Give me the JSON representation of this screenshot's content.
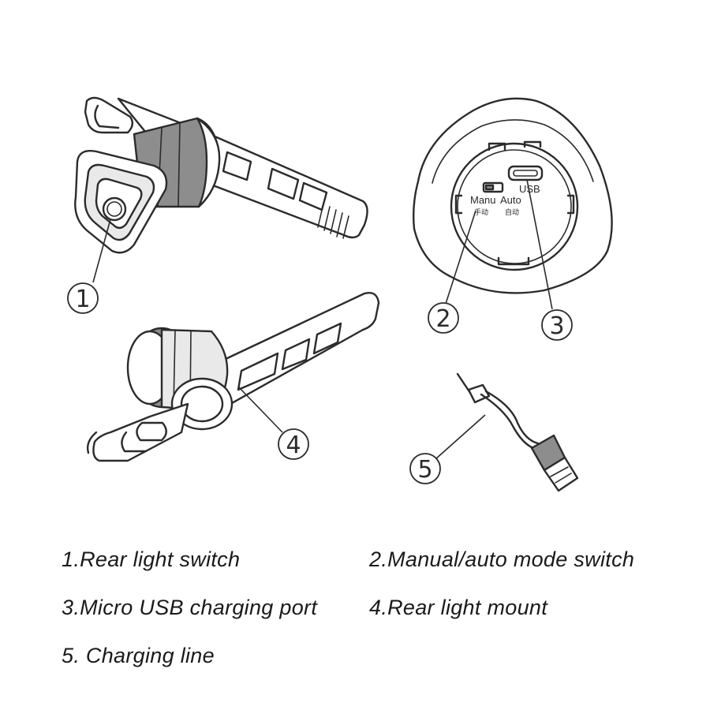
{
  "callouts": [
    {
      "number": "1"
    },
    {
      "number": "2"
    },
    {
      "number": "3"
    },
    {
      "number": "4"
    },
    {
      "number": "5"
    }
  ],
  "panel": {
    "usb_label": "USB",
    "manu_label": "Manu",
    "manu_sub": "手动",
    "auto_label": "Auto",
    "auto_sub": "自动"
  },
  "legend": [
    {
      "text": "1.Rear light switch"
    },
    {
      "text": "2.Manual/auto mode switch"
    },
    {
      "text": "3.Micro USB charging port"
    },
    {
      "text": "4.Rear light mount"
    },
    {
      "text": "5. Charging line"
    }
  ],
  "colors": {
    "line": "#2b2b2b",
    "background": "#ffffff"
  }
}
